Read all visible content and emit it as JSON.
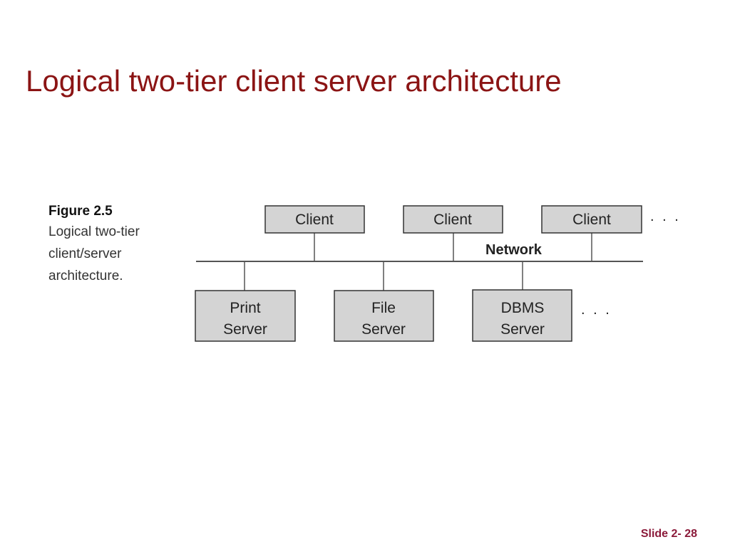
{
  "slide": {
    "title": "Logical two-tier client server architecture",
    "number": "Slide 2- 28"
  },
  "figure": {
    "label": "Figure 2.5",
    "caption": "Logical two-tier\nclient/server\narchitecture."
  },
  "diagram": {
    "network_label": "Network",
    "clients": [
      {
        "label": "Client"
      },
      {
        "label": "Client"
      },
      {
        "label": "Client"
      }
    ],
    "servers": [
      {
        "line1": "Print",
        "line2": "Server"
      },
      {
        "line1": "File",
        "line2": "Server"
      },
      {
        "line1": "DBMS",
        "line2": "Server"
      }
    ],
    "client_ellipsis": ". . .",
    "server_ellipsis": ". . ."
  },
  "colors": {
    "title": "#8b1414",
    "box_fill": "#d4d4d4",
    "slide_number": "#8b1a3a"
  }
}
